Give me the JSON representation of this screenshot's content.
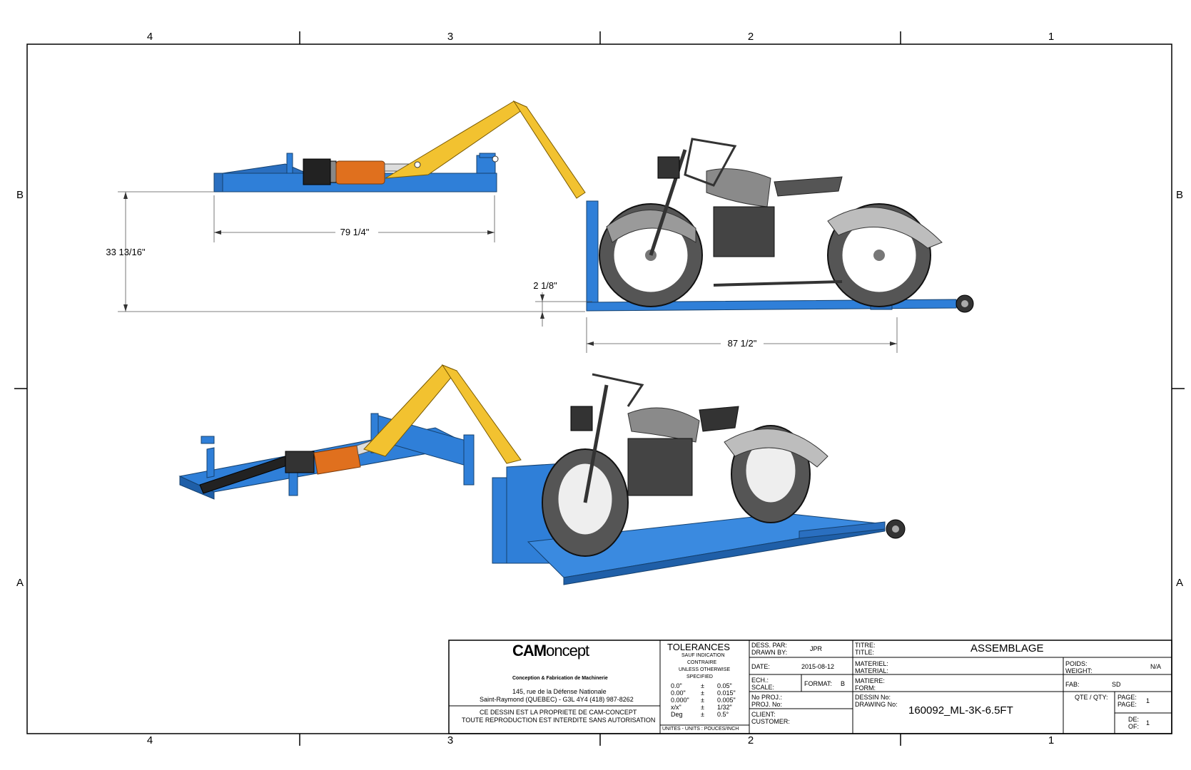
{
  "zones": {
    "columns": [
      "4",
      "3",
      "2",
      "1"
    ],
    "rows": [
      "B",
      "A"
    ]
  },
  "dimensions": {
    "length_top": "79 1/4\"",
    "height": "33 13/16\"",
    "clearance": "2 1/8\"",
    "length_bottom": "87 1/2\""
  },
  "company": {
    "logo_cam": "CAM",
    "logo_rest": "oncept",
    "tagline": "Conception & Fabrication de Machinerie",
    "address1": "145, rue de la Défense Nationale",
    "address2": "Saint-Raymond (QUEBEC) - G3L 4Y4     (418) 987-8262",
    "notice1": "CE DESSIN EST LA PROPRIETE DE CAM-CONCEPT",
    "notice2": "TOUTE REPRODUCTION EST INTERDITE SANS AUTORISATION"
  },
  "tolerances": {
    "title": "TOLERANCES",
    "note1": "SAUF INDICATION",
    "note2": "CONTRAIRE",
    "note3": "UNLESS OTHERWISE",
    "note4": "SPECIFIED",
    "rows": [
      {
        "a": "0.0\"",
        "b": "±",
        "c": "0.05\""
      },
      {
        "a": "0.00\"",
        "b": "±",
        "c": "0.015\""
      },
      {
        "a": "0.000\"",
        "b": "±",
        "c": "0.005\""
      },
      {
        "a": "x/x\"",
        "b": "±",
        "c": "1/32\""
      },
      {
        "a": "Deg",
        "b": "±",
        "c": "0.5°"
      }
    ],
    "units": "UNITES - UNITS : POUCES/INCH"
  },
  "titleblock": {
    "drawn_by_label": "DESS. PAR:",
    "drawn_by_label_en": "DRAWN BY:",
    "drawn_by": "JPR",
    "date_label": "DATE:",
    "date": "2015-08-12",
    "scale_label": "ECH.:",
    "scale_label_en": "SCALE:",
    "format_label": "FORMAT:",
    "format": "B",
    "proj_label": "No PROJ.:",
    "proj_label_en": "PROJ. No:",
    "client_label": "CLIENT:",
    "client_label_en": "CUSTOMER:",
    "title_label": "TITRE:",
    "title_label_en": "TITLE:",
    "title": "ASSEMBLAGE",
    "material_label": "MATERIEL:",
    "material_label_en": "MATERIAL:",
    "weight_label": "POIDS:",
    "weight_label_en": "WEIGHT:",
    "weight": "N/A",
    "form_label": "MATIERE:",
    "form_label_en": "FORM:",
    "fab_label": "FAB:",
    "fab": "SD",
    "drawing_label": "DESSIN No:",
    "drawing_label_en": "DRAWING No:",
    "drawing_no": "160092_ML-3K-6.5FT",
    "qty_label": "QTE / QTY:",
    "page_label": "PAGE:",
    "page_label_en": "PAGE:",
    "page": "1",
    "of_label": "DE:",
    "of_label_en": "OF:",
    "of": "1"
  },
  "colors": {
    "frame_blue": "#2f7fd8",
    "arm_yellow": "#f2c230",
    "cylinder_orange": "#e0701e",
    "moto_grey": "#9a9a9a",
    "dark": "#222222"
  }
}
